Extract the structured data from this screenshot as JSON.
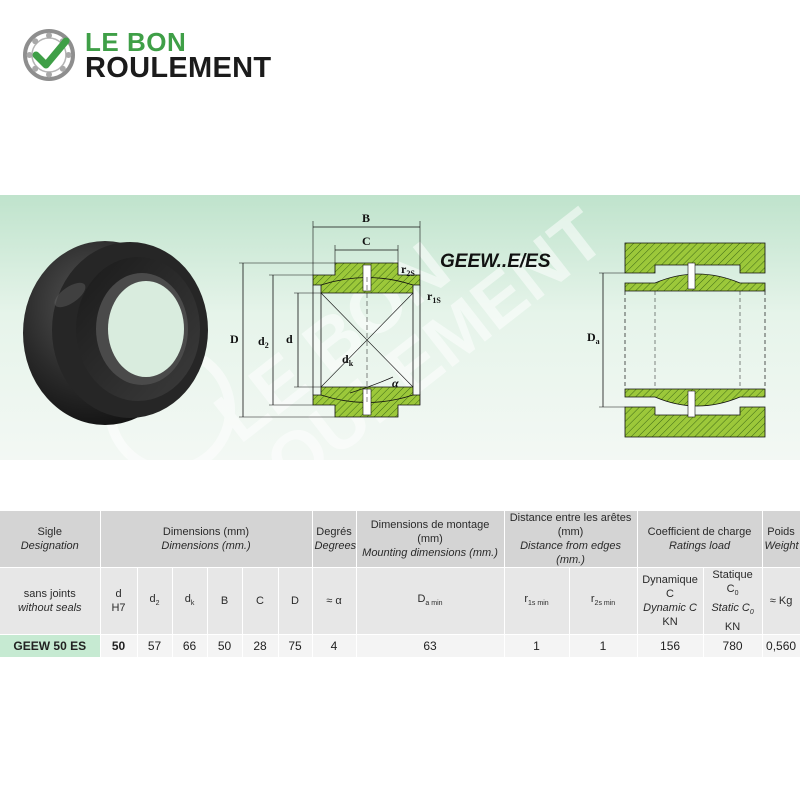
{
  "brand": {
    "line1": "LE BON",
    "line2": "ROULEMENT",
    "green": "#3f9f47",
    "dark": "#1b1b1b"
  },
  "watermark": {
    "line1": "LE BON",
    "line2": "ROULEMENT"
  },
  "product": {
    "series_label": "GEEW..E/ES"
  },
  "drawing": {
    "labels": {
      "B": "B",
      "C": "C",
      "D": "D",
      "d2": "d",
      "d2_sub": "2",
      "d": "d",
      "dk": "d",
      "dk_sub": "k",
      "r2s": "r",
      "r2s_sub": "2S",
      "r1s": "r",
      "r1s_sub": "1S",
      "alpha": "α",
      "Da": "D",
      "Da_sub": "a"
    }
  },
  "table": {
    "header1": {
      "sigle_fr": "Sigle",
      "sigle_en": "Designation",
      "dimensions_fr": "Dimensions (mm)",
      "dimensions_en": "Dimensions (mm.)",
      "degres_fr": "Degrés",
      "degres_en": "Degrees",
      "montage_fr": "Dimensions de montage (mm)",
      "montage_en": "Mounting dimensions (mm.)",
      "aretes_fr": "Distance entre les arêtes (mm)",
      "aretes_en": "Distance from edges (mm.)",
      "charge_fr": "Coefficient de charge",
      "charge_en": "Ratings load",
      "poids_fr": "Poids",
      "poids_en": "Weight"
    },
    "header2": {
      "seals_fr": "sans joints",
      "seals_en": "without seals",
      "d": "d",
      "d_tol": "H7",
      "d2": "d",
      "d2_sub": "2",
      "dk": "d",
      "dk_sub": "k",
      "B": "B",
      "C": "C",
      "D": "D",
      "alpha": "≈ α",
      "Da": "D",
      "Da_sub": "a min",
      "r1": "r",
      "r1_sub": "1s min",
      "r2": "r",
      "r2_sub": "2s min",
      "dyn_fr": "Dynamique C",
      "dyn_en": "Dynamic C",
      "dyn_unit": "KN",
      "stat_fr": "Statique C",
      "stat_fr_sub": "0",
      "stat_en": "Static C",
      "stat_en_sub": "0",
      "stat_unit": "KN",
      "weight": "≈ Kg"
    },
    "row": {
      "code": "GEEW 50 ES",
      "d": "50",
      "d2": "57",
      "dk": "66",
      "B": "50",
      "C": "28",
      "D": "75",
      "alpha": "4",
      "Da": "63",
      "r1": "1",
      "r2": "1",
      "dyn": "156",
      "stat": "780",
      "weight": "0,560"
    }
  }
}
